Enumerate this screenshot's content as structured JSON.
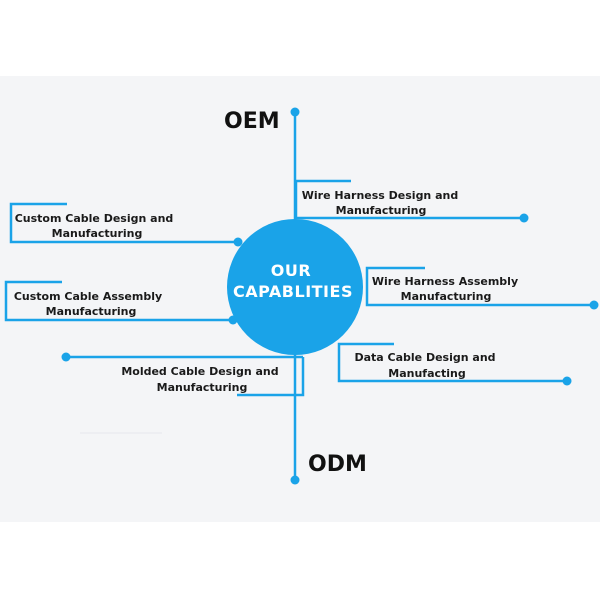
{
  "colors": {
    "accent": "#1aa3e8",
    "panel": "#f4f5f7",
    "text": "#1a1a1a",
    "hub_text": "#ffffff"
  },
  "hub": {
    "line1": "OUR",
    "line2": "CAPABLITIES"
  },
  "top_label": "OEM",
  "bottom_label": "ODM",
  "capabilities": {
    "custom_cable_design": {
      "line1": "Custom Cable Design and",
      "line2": "Manufacturing"
    },
    "custom_cable_assembly": {
      "line1": "Custom Cable Assembly",
      "line2": "Manufacturing"
    },
    "molded_cable_design": {
      "line1": "Molded Cable Design and",
      "line2": "Manufacturing"
    },
    "wire_harness_design": {
      "line1": "Wire Harness Design and",
      "line2": "Manufacturing"
    },
    "wire_harness_assembly": {
      "line1": "Wire Harness Assembly",
      "line2": "Manufacturing"
    },
    "data_cable_design": {
      "line1": "Data Cable Design and",
      "line2": "Manufacting"
    }
  }
}
